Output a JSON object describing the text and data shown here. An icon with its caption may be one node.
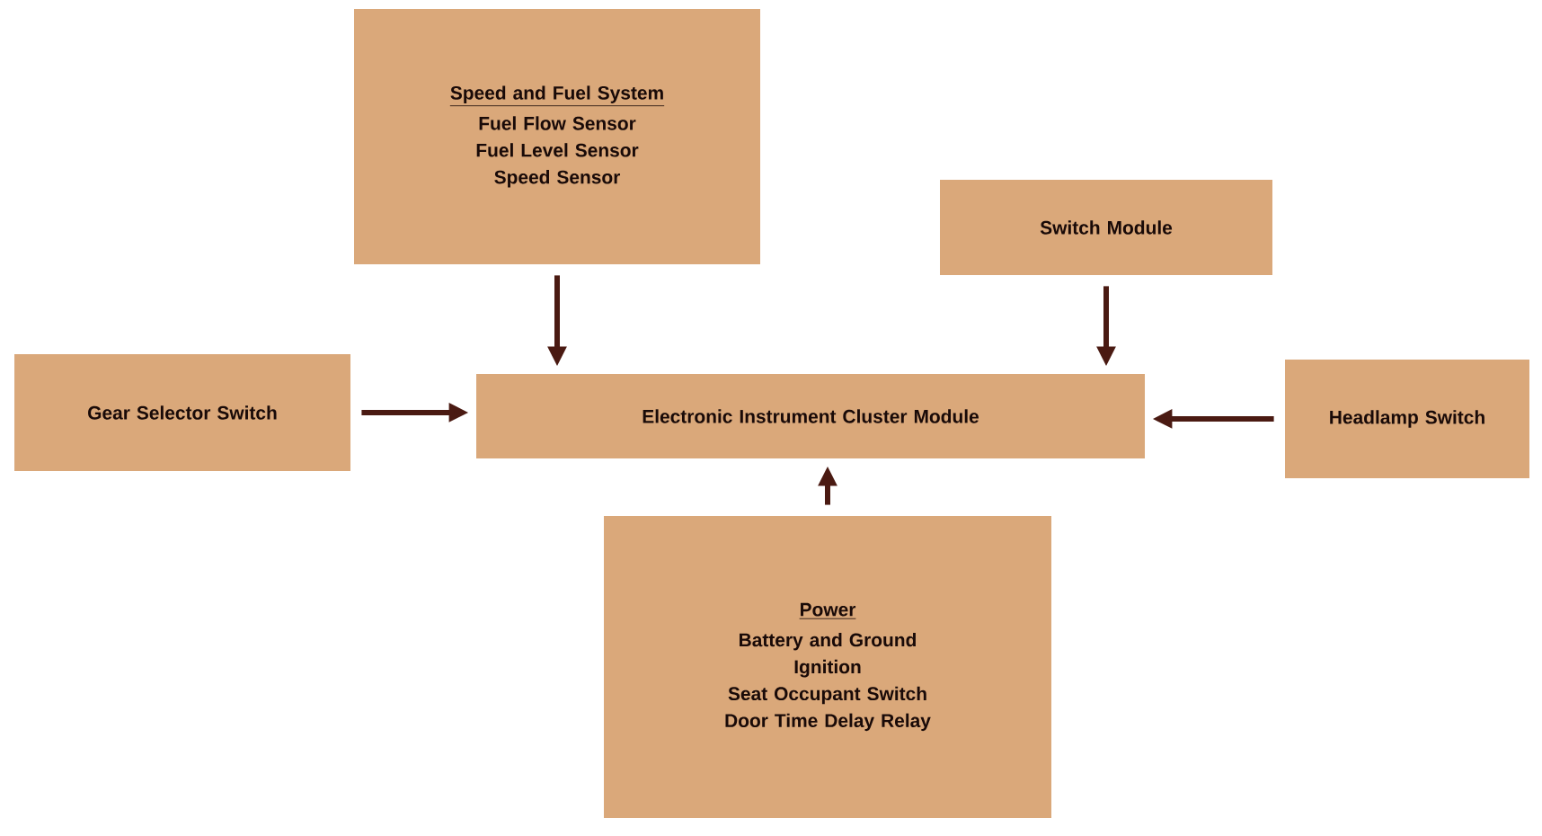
{
  "diagram": {
    "nodes": [
      {
        "text": [
          "Speed and Fuel System",
          "Fuel Flow Sensor",
          "Fuel Level Sensor",
          "Speed Sensor"
        ]
      },
      {
        "text": [
          "Switch Module"
        ]
      },
      {
        "text": [
          "Gear Selector Switch"
        ]
      },
      {
        "text": [
          "Electronic Instrument Cluster Module"
        ]
      },
      {
        "text": [
          "Headlamp Switch"
        ]
      },
      {
        "text": [
          "Power",
          "Battery and Ground",
          "Ignition",
          "Seat Occupant Switch",
          "Door Time Delay Relay"
        ]
      }
    ],
    "edges": [
      {
        "from": 0,
        "to": 3,
        "arrow": "to"
      },
      {
        "from": 1,
        "to": 3,
        "arrow": "to"
      },
      {
        "from": 2,
        "to": 3,
        "arrow": "to"
      },
      {
        "from": 4,
        "to": 3,
        "arrow": "to"
      },
      {
        "from": 5,
        "to": 3,
        "arrow": "to"
      }
    ]
  }
}
